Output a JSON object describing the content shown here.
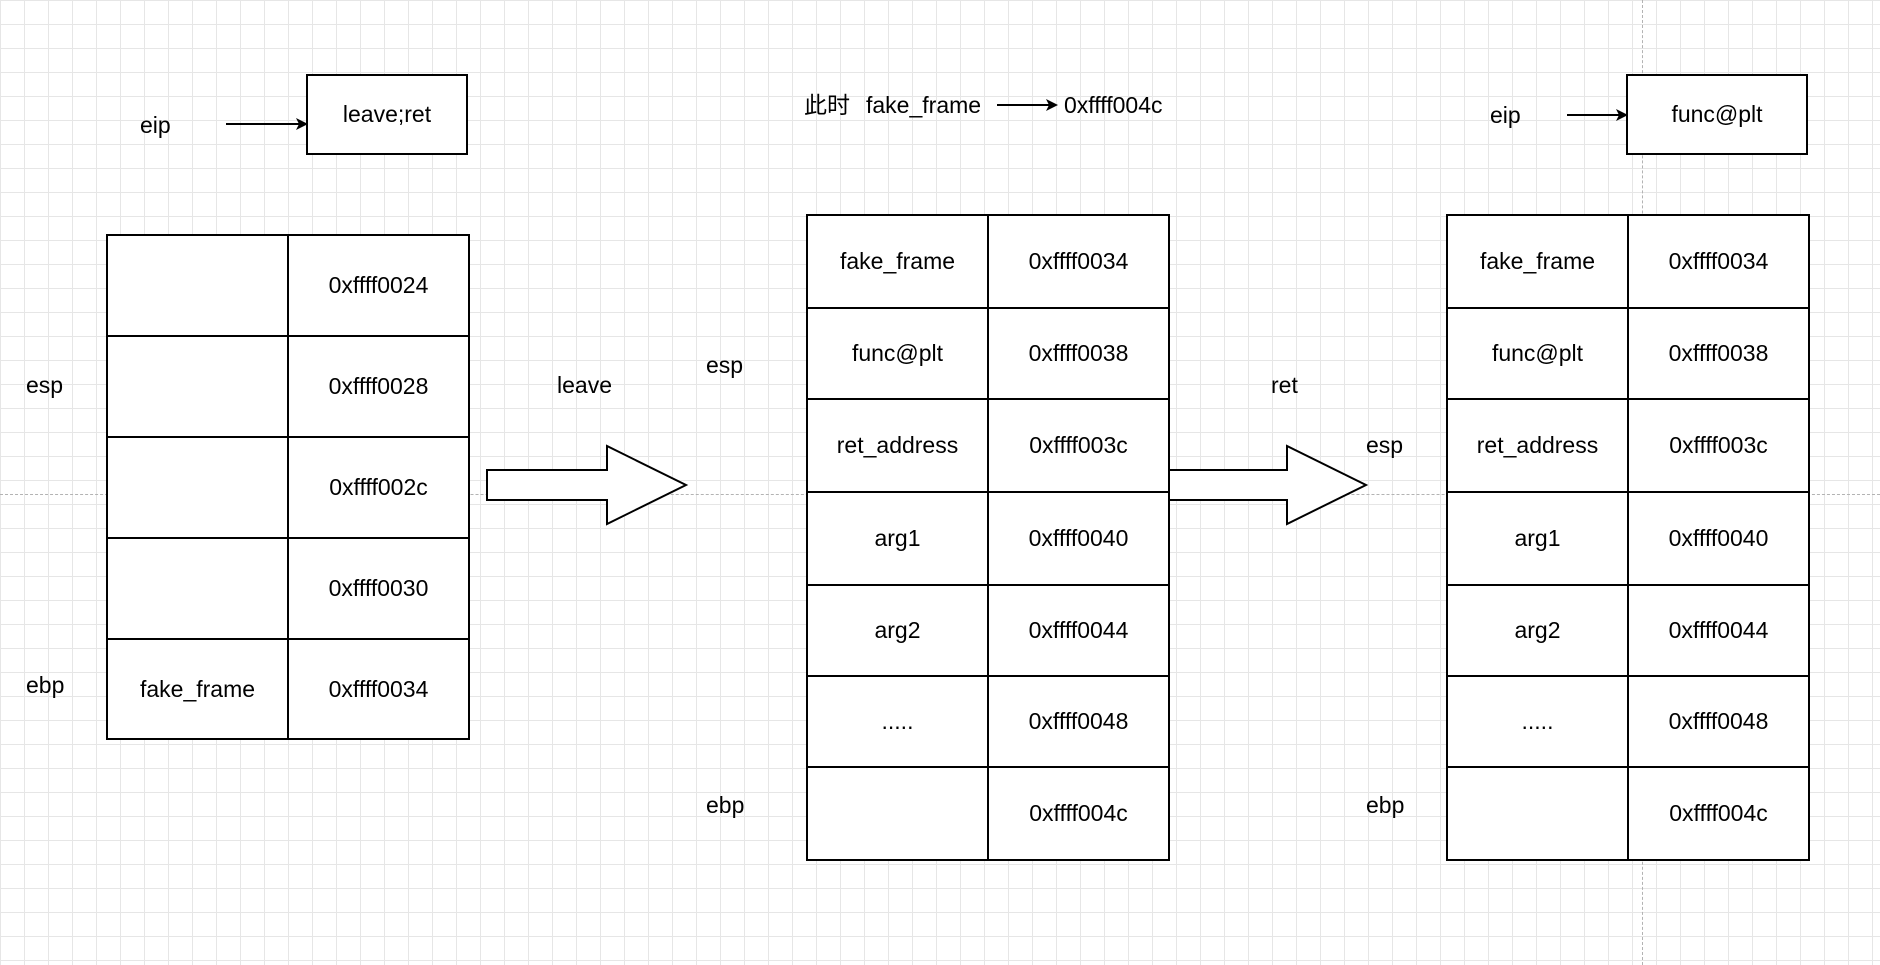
{
  "top_note": {
    "prefix": "此时",
    "subject": "fake_frame",
    "target": "0xffff004c"
  },
  "transitions": [
    {
      "label": "leave"
    },
    {
      "label": "ret"
    }
  ],
  "stage1": {
    "eip_label": "eip",
    "eip_value": "leave;ret",
    "esp_label": "esp",
    "ebp_label": "ebp",
    "rows": [
      {
        "content": "",
        "address": "0xffff0024"
      },
      {
        "content": "",
        "address": "0xffff0028"
      },
      {
        "content": "",
        "address": "0xffff002c"
      },
      {
        "content": "",
        "address": "0xffff0030"
      },
      {
        "content": "fake_frame",
        "address": "0xffff0034"
      }
    ]
  },
  "stage2": {
    "esp_label": "esp",
    "ebp_label": "ebp",
    "rows": [
      {
        "content": "fake_frame",
        "address": "0xffff0034"
      },
      {
        "content": "func@plt",
        "address": "0xffff0038"
      },
      {
        "content": "ret_address",
        "address": "0xffff003c"
      },
      {
        "content": "arg1",
        "address": "0xffff0040"
      },
      {
        "content": "arg2",
        "address": "0xffff0044"
      },
      {
        "content": ".....",
        "address": "0xffff0048"
      },
      {
        "content": "",
        "address": "0xffff004c"
      }
    ]
  },
  "stage3": {
    "eip_label": "eip",
    "eip_value": "func@plt",
    "esp_label": "esp",
    "ebp_label": "ebp",
    "rows": [
      {
        "content": "fake_frame",
        "address": "0xffff0034"
      },
      {
        "content": "func@plt",
        "address": "0xffff0038"
      },
      {
        "content": "ret_address",
        "address": "0xffff003c"
      },
      {
        "content": "arg1",
        "address": "0xffff0040"
      },
      {
        "content": "arg2",
        "address": "0xffff0044"
      },
      {
        "content": ".....",
        "address": "0xffff0048"
      },
      {
        "content": "",
        "address": "0xffff004c"
      }
    ]
  }
}
